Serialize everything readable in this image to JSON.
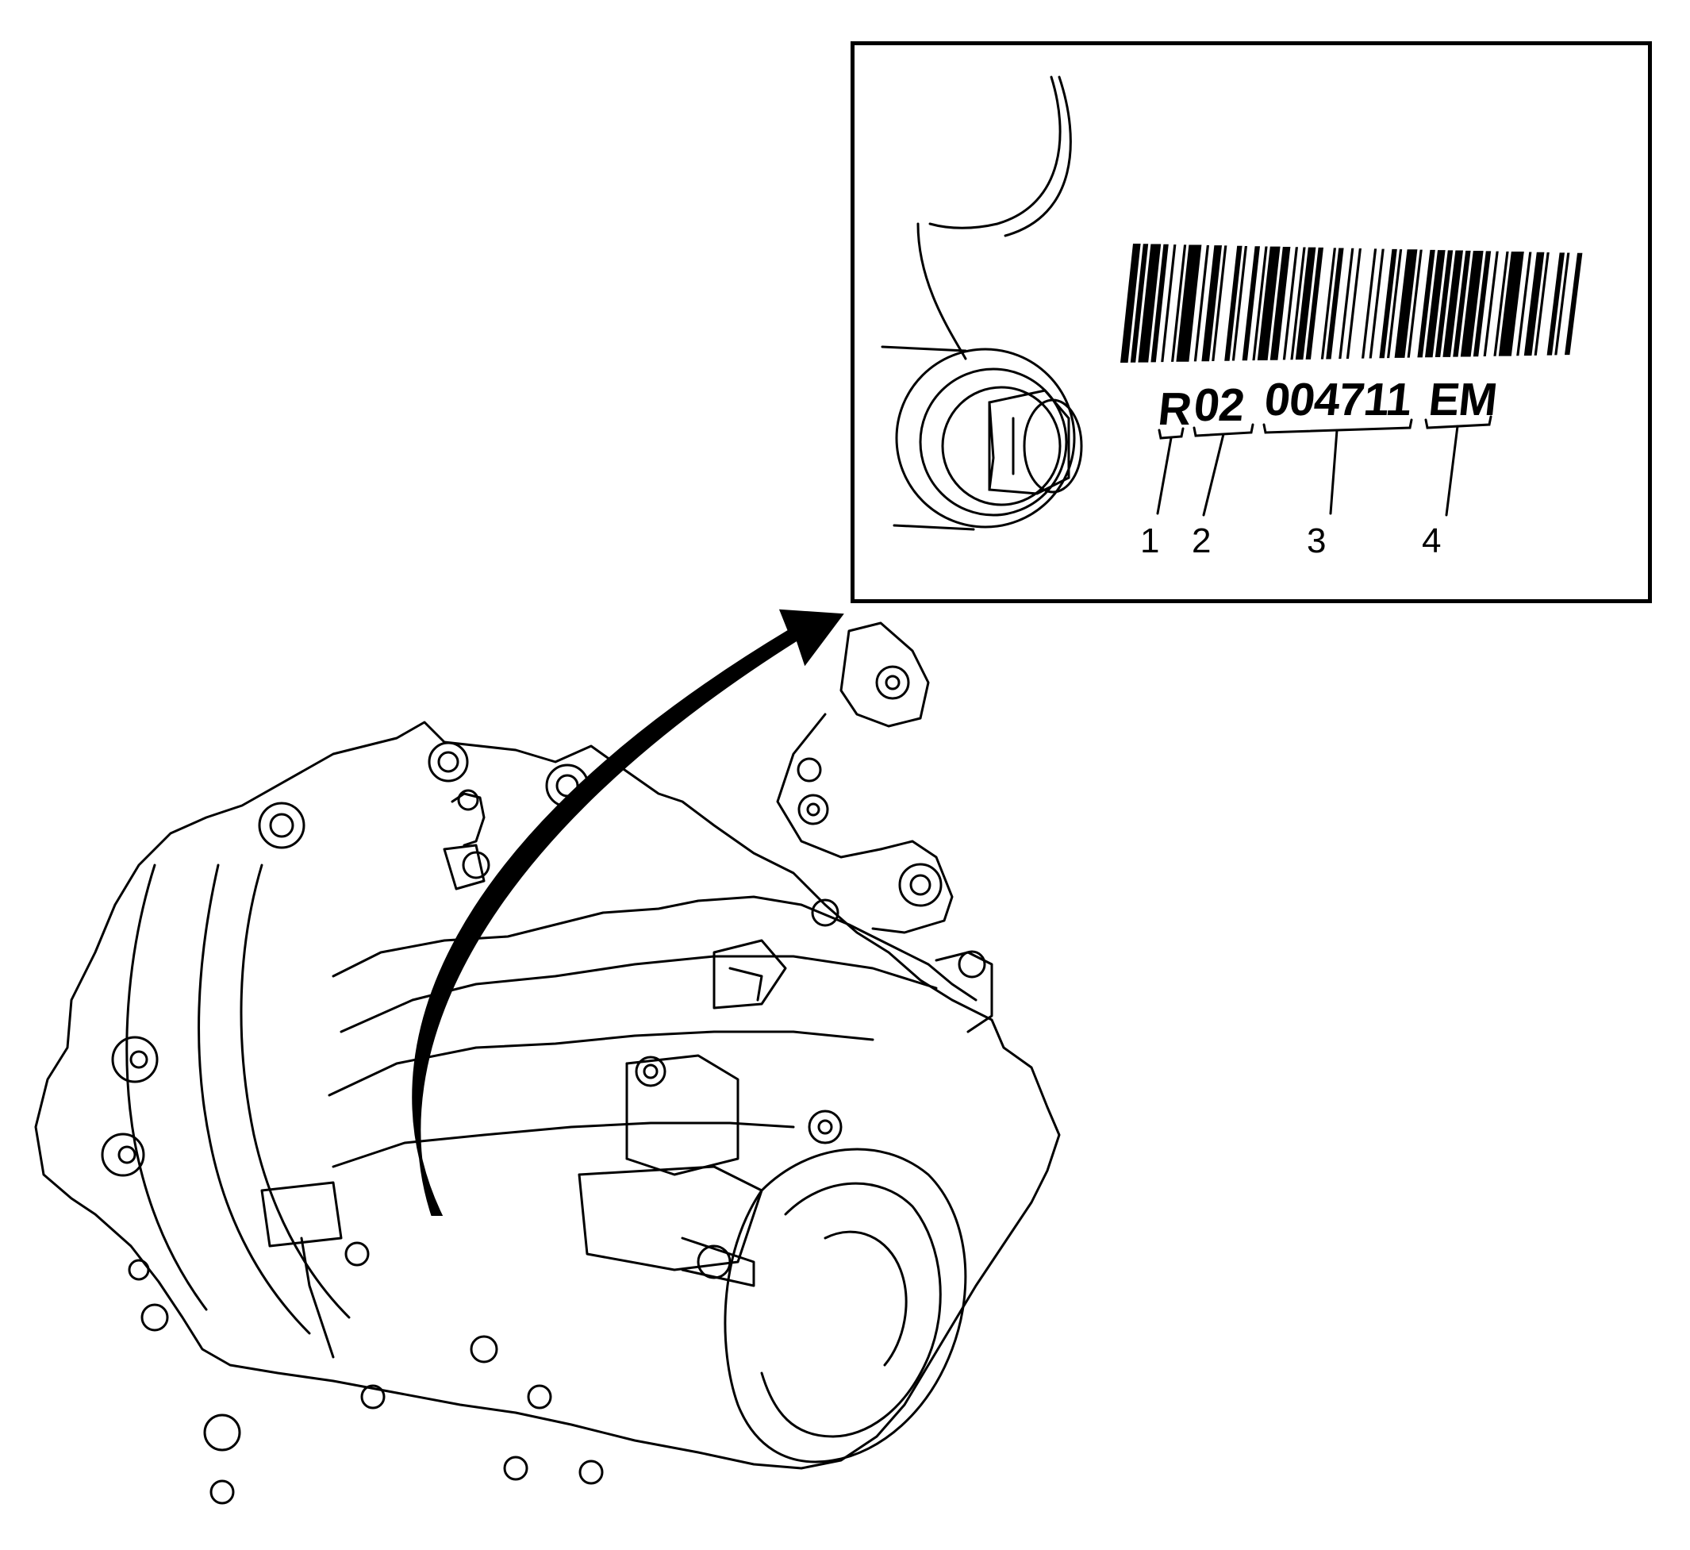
{
  "figure": {
    "code_segments": [
      {
        "id": "1",
        "text": "R"
      },
      {
        "id": "2",
        "text": "02"
      },
      {
        "id": "3",
        "text": "004711"
      },
      {
        "id": "4",
        "text": "EM"
      }
    ],
    "callouts": [
      "1",
      "2",
      "3",
      "4"
    ],
    "barcode_pattern": [
      3,
      1,
      2,
      1,
      4,
      1,
      2,
      2,
      1,
      3,
      1,
      1,
      5,
      2,
      1,
      2,
      3,
      1,
      1,
      4,
      2,
      1,
      1,
      3,
      2,
      2,
      1,
      1,
      4,
      1,
      3,
      2,
      1,
      2,
      1,
      1,
      3,
      1,
      2,
      4,
      1,
      1,
      2,
      3,
      1,
      2,
      1,
      5,
      1,
      2,
      1,
      3,
      2,
      1,
      1,
      2,
      4,
      1,
      1,
      3,
      2,
      1,
      3,
      1,
      2,
      1
    ]
  }
}
